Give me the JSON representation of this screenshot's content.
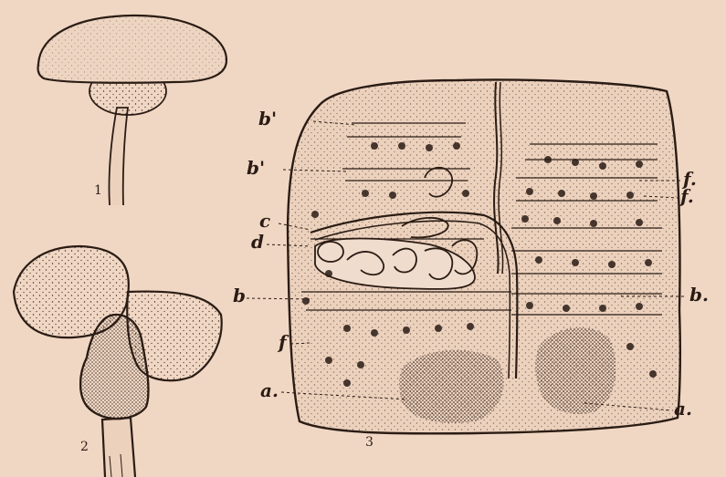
{
  "figure_numbers": {
    "fig1": "1",
    "fig2": "2",
    "fig3": "3"
  },
  "labels": {
    "b_prime_top": "b'",
    "b_prime_mid": "b'",
    "c": "c",
    "d": "d",
    "b_left": "b",
    "f_left": "f",
    "a_left": "a.",
    "f_right_top": "f.",
    "f_right_mid": "f.",
    "b_right": "b.",
    "a_right": "a."
  },
  "colors": {
    "paper": "#f0d7c4",
    "ink": "#2a1c14",
    "tissue": "#e8cbb6"
  }
}
